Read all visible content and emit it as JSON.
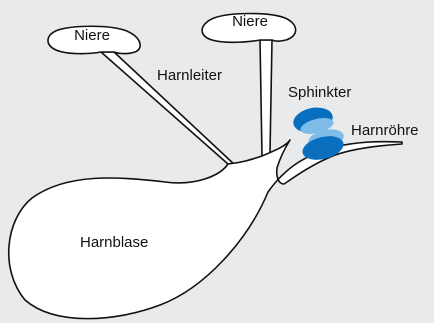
{
  "labels": {
    "kidney_left": "Niere",
    "kidney_right": "Niere",
    "ureter": "Harnleiter",
    "sphincter": "Sphinkter",
    "urethra": "Harnröhre",
    "bladder": "Harnblase"
  },
  "colors": {
    "background": "#e9eaeb",
    "organ_fill": "#ffffff",
    "outline": "#111111",
    "sphincter_dark": "#0a6fbf",
    "sphincter_light": "#7fbce8"
  }
}
